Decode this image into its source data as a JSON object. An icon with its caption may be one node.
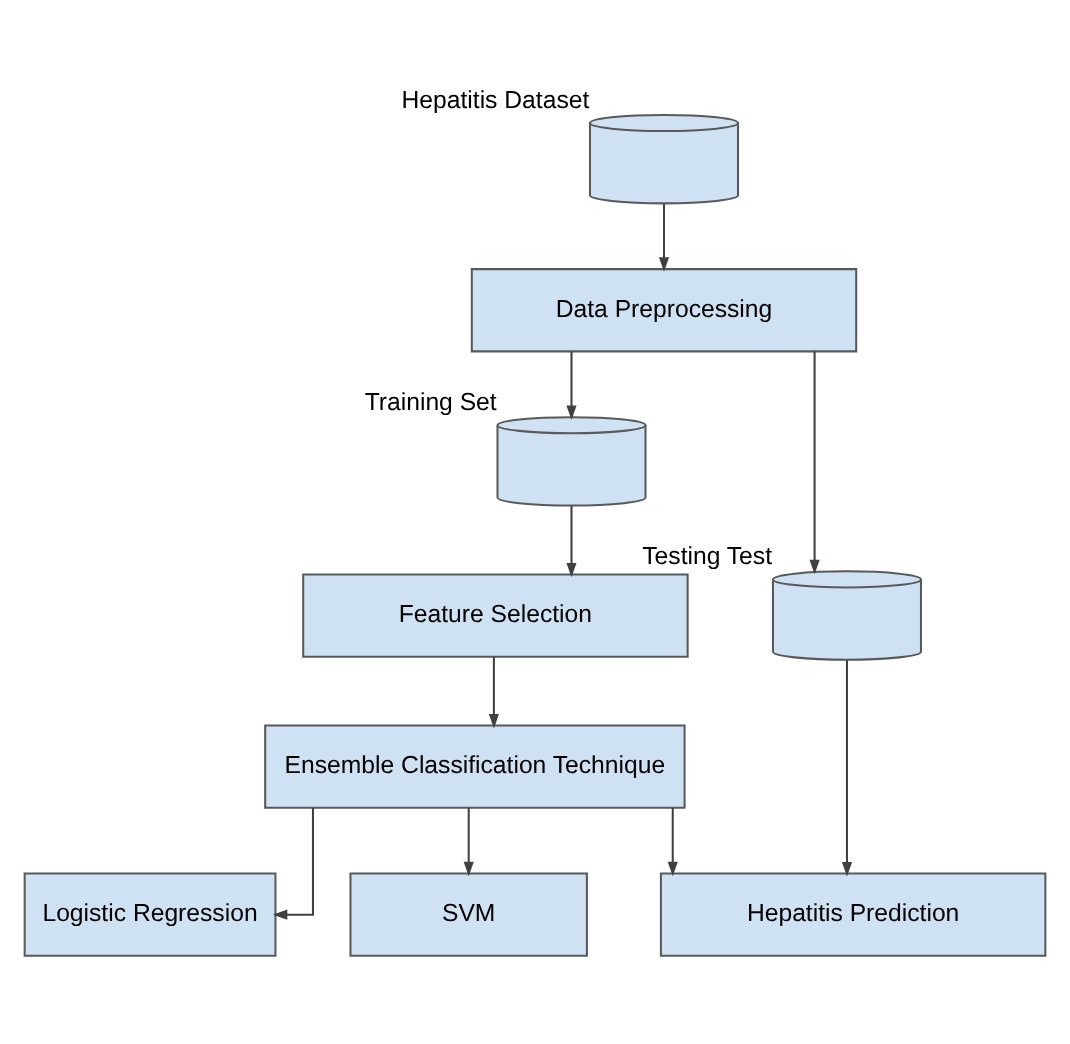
{
  "diagram": {
    "nodes": [
      {
        "text": [],
        "shape": "cylinder",
        "beside": [
          "Hepatitis Dataset"
        ]
      },
      {
        "text": [
          "Data Preprocessing"
        ]
      },
      {
        "text": [],
        "shape": "cylinder",
        "beside": [
          "Training Set"
        ]
      },
      {
        "text": [],
        "shape": "cylinder",
        "beside": [
          "Testing Test"
        ]
      },
      {
        "text": [
          "Feature Selection"
        ]
      },
      {
        "text": [
          "Ensemble Classification Technique"
        ]
      },
      {
        "text": [
          "Logistic Regression"
        ]
      },
      {
        "text": [
          "SVM"
        ]
      },
      {
        "text": [
          "Hepatitis Prediction"
        ]
      }
    ],
    "edges": [
      {
        "from": 0,
        "to": 1,
        "arrow": "to"
      },
      {
        "from": 1,
        "to": 2,
        "arrow": "to"
      },
      {
        "from": 1,
        "to": 3,
        "arrow": "to"
      },
      {
        "from": 2,
        "to": 4,
        "arrow": "to"
      },
      {
        "from": 4,
        "to": 5,
        "arrow": "to"
      },
      {
        "from": 5,
        "to": 6,
        "arrow": "to"
      },
      {
        "from": 5,
        "to": 7,
        "arrow": "to"
      },
      {
        "from": 5,
        "to": 8,
        "arrow": "to"
      },
      {
        "from": 3,
        "to": 8,
        "arrow": "to"
      }
    ]
  }
}
